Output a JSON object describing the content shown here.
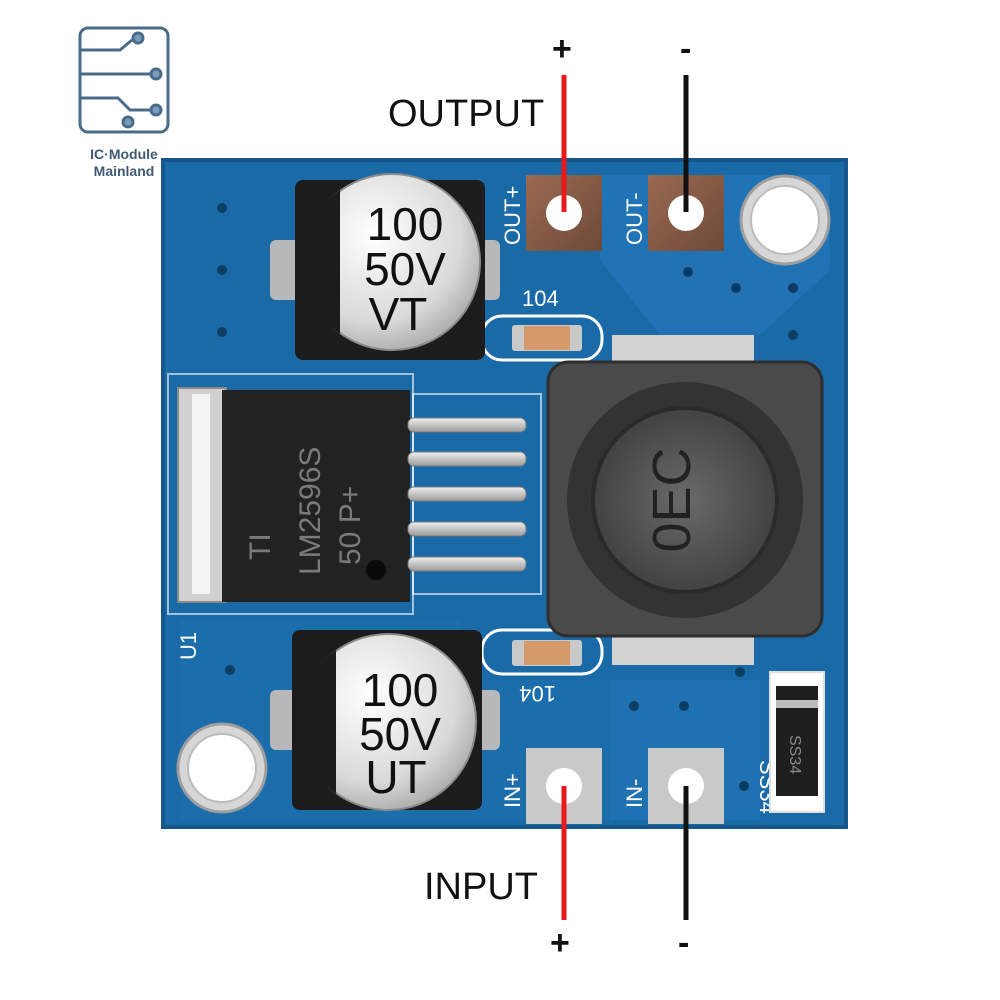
{
  "logo": {
    "line1": "IC·Module",
    "line2": "Mainland"
  },
  "labels": {
    "output": "OUTPUT",
    "input": "INPUT",
    "out_plus_sign": "+",
    "out_minus_sign": "-",
    "in_plus_sign": "+",
    "in_minus_sign": "-"
  },
  "silkscreen": {
    "out_plus": "OUT+",
    "out_minus": "OUT-",
    "in_plus": "IN+",
    "in_minus": "IN-",
    "u1": "U1",
    "cap_top_code": "104",
    "cap_bottom_code": "104",
    "diode_label": "SS34",
    "plus_mark": "+"
  },
  "cap_top": {
    "value": "100",
    "voltage": "50V",
    "series": "VT"
  },
  "cap_bottom": {
    "value": "100",
    "voltage": "50V",
    "series": "UT"
  },
  "chip": {
    "line1": "LM2596S",
    "line2": "50 P+",
    "brand": "TI"
  },
  "diode": {
    "marking": "SS34"
  },
  "inductor": {
    "marking": "0EC"
  },
  "colors": {
    "pcb": "#1a6aa8",
    "pcb_dark": "#124f80",
    "red_wire": "#e8191c",
    "black_wire": "#111111"
  }
}
